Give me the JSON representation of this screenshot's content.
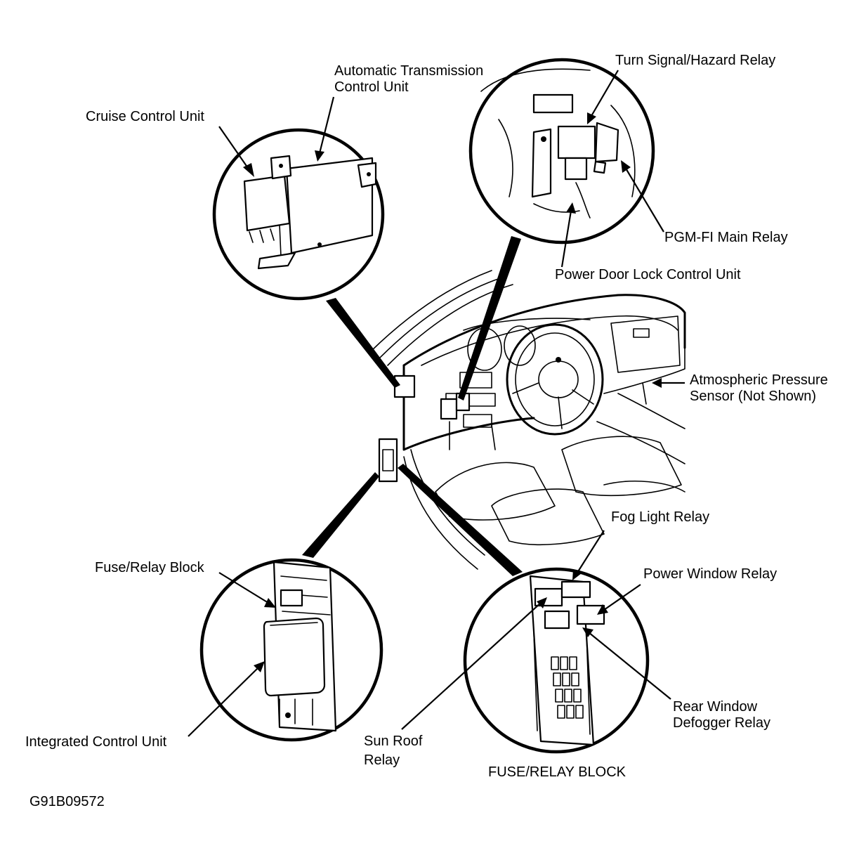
{
  "labels": {
    "cruise_control_unit": "Cruise Control Unit",
    "atcu_line1": "Automatic Transmission",
    "atcu_line2": "Control Unit",
    "turn_signal_relay": "Turn Signal/Hazard Relay",
    "pgm_fi_main_relay": "PGM-FI Main Relay",
    "power_door_lock_control_unit": "Power Door Lock Control Unit",
    "atmospheric_line1": "Atmospheric Pressure",
    "atmospheric_line2": "Sensor (Not Shown)",
    "fuse_relay_block": "Fuse/Relay Block",
    "integrated_control_unit": "Integrated Control Unit",
    "fog_light_relay": "Fog Light Relay",
    "power_window_relay": "Power Window Relay",
    "rear_window_line1": "Rear Window",
    "rear_window_line2": "Defogger Relay",
    "sun_roof_line1": "Sun Roof",
    "sun_roof_line2": "Relay",
    "fuse_relay_block_caption": "FUSE/RELAY BLOCK",
    "figure_code": "G91B09572"
  }
}
